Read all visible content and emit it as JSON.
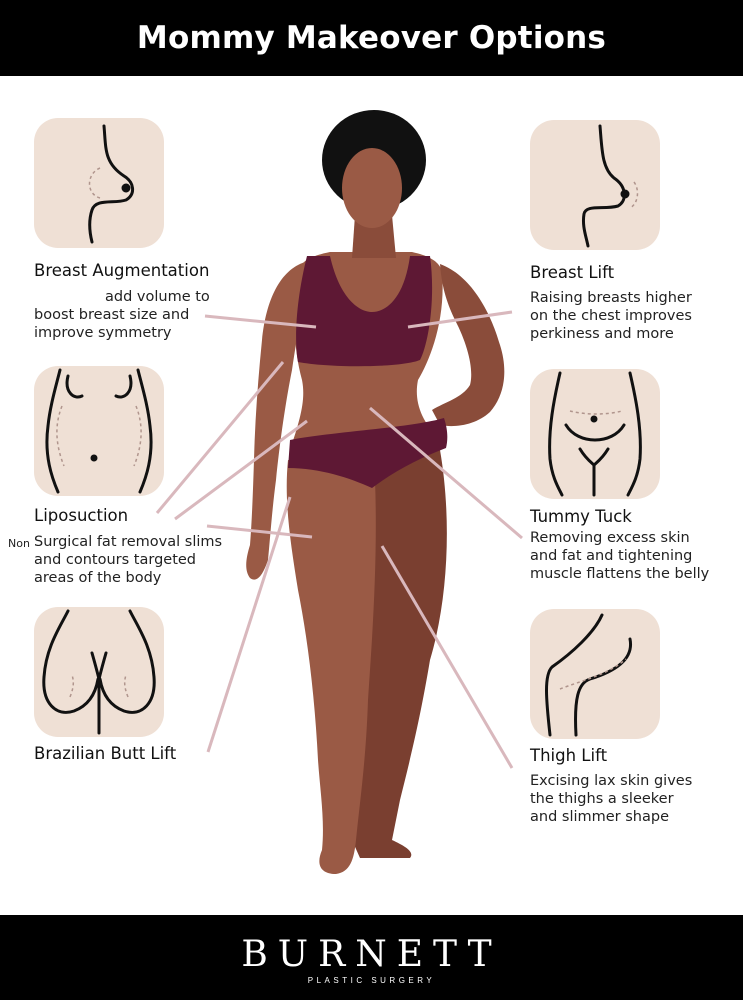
{
  "header": {
    "title": "Mommy Makeover Options"
  },
  "procedures": {
    "breast_augmentation": {
      "title": "Breast Augmentation",
      "desc_line1": "add volume to",
      "desc_rest": "boost breast size and\nimprove symmetry"
    },
    "breast_lift": {
      "title": "Breast Lift",
      "desc": "Raising breasts higher\non the chest improves\nperkiness and more"
    },
    "liposuction": {
      "title": "Liposuction",
      "prefix": "Non",
      "desc": "Surgical fat removal slims\nand contours targeted\nareas of the body"
    },
    "tummy_tuck": {
      "title": "Tummy Tuck",
      "desc": "Removing excess skin\nand fat and tightening\nmuscle flattens the belly"
    },
    "brazilian_butt_lift": {
      "title": "Brazilian Butt Lift"
    },
    "thigh_lift": {
      "title": "Thigh Lift",
      "desc": "Excising lax skin gives\nthe thighs a sleeker\nand slimmer shape"
    }
  },
  "footer": {
    "brand": "BURNETT",
    "tagline": "PLASTIC SURGERY"
  },
  "colors": {
    "icon_bg": "#efe0d5",
    "skin": "#9a5a45",
    "skin_shadow": "#7a3f30",
    "garment": "#5e1834",
    "pointer": "#d9b8bd",
    "hair": "#111111"
  }
}
